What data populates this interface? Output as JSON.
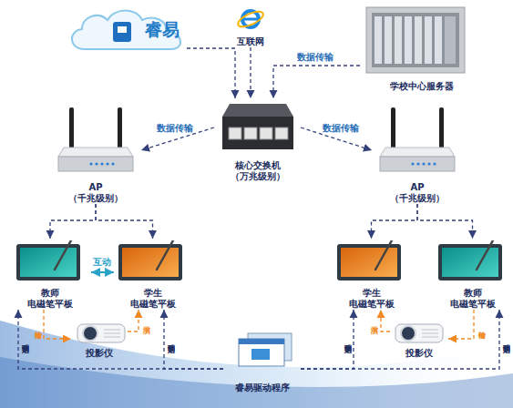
{
  "diagram": {
    "nodes": [
      {
        "text": [
          "睿易"
        ]
      },
      {
        "text": [
          "互联网"
        ]
      },
      {
        "text": [
          "学校中心服务器"
        ]
      },
      {
        "text": [
          "核心交换机 （万兆级别）"
        ]
      },
      {
        "text": [
          "AP （千兆级别）"
        ]
      },
      {
        "text": [
          "AP （千兆级别）"
        ]
      },
      {
        "text": [
          "教师 电磁笔平板"
        ]
      },
      {
        "text": [
          "学生 电磁笔平板"
        ]
      },
      {
        "text": [
          "学生 电磁笔平板"
        ]
      },
      {
        "text": [
          "教师 电磁笔平板"
        ]
      },
      {
        "text": [
          "投影仪"
        ]
      },
      {
        "text": [
          "投影仪"
        ]
      },
      {
        "text": [
          "睿易驱动程序"
        ]
      }
    ],
    "edges": [
      {
        "from": 0,
        "to": 3,
        "arrow": "to"
      },
      {
        "from": 1,
        "to": 3,
        "arrow": "to"
      },
      {
        "from": 2,
        "to": 3,
        "arrow": "to",
        "label": "数据传输"
      },
      {
        "from": 3,
        "to": 4,
        "arrow": "to",
        "label": "数据传输"
      },
      {
        "from": 3,
        "to": 5,
        "arrow": "to",
        "label": "数据传输"
      },
      {
        "from": 4,
        "to": 6,
        "arrow": "to"
      },
      {
        "from": 4,
        "to": 7,
        "arrow": "to"
      },
      {
        "from": 5,
        "to": 8,
        "arrow": "to"
      },
      {
        "from": 5,
        "to": 9,
        "arrow": "to"
      },
      {
        "from": 6,
        "to": 7,
        "arrow": "both",
        "label": "互动"
      },
      {
        "from": 6,
        "to": 10,
        "arrow": "to",
        "label": "传输"
      },
      {
        "from": 10,
        "to": 7,
        "arrow": "to",
        "label": "演示"
      },
      {
        "from": 11,
        "to": 8,
        "arrow": "to",
        "label": "演示"
      },
      {
        "from": 9,
        "to": 11,
        "arrow": "to",
        "label": "传输"
      },
      {
        "from": 12,
        "to": 6,
        "arrow": "to",
        "label": "定制驱动"
      },
      {
        "from": 12,
        "to": 7,
        "arrow": "to",
        "label": "定制驱动"
      },
      {
        "from": 12,
        "to": 8,
        "arrow": "to",
        "label": "定制驱动"
      },
      {
        "from": 12,
        "to": 9,
        "arrow": "to",
        "label": "定制驱动"
      }
    ]
  }
}
